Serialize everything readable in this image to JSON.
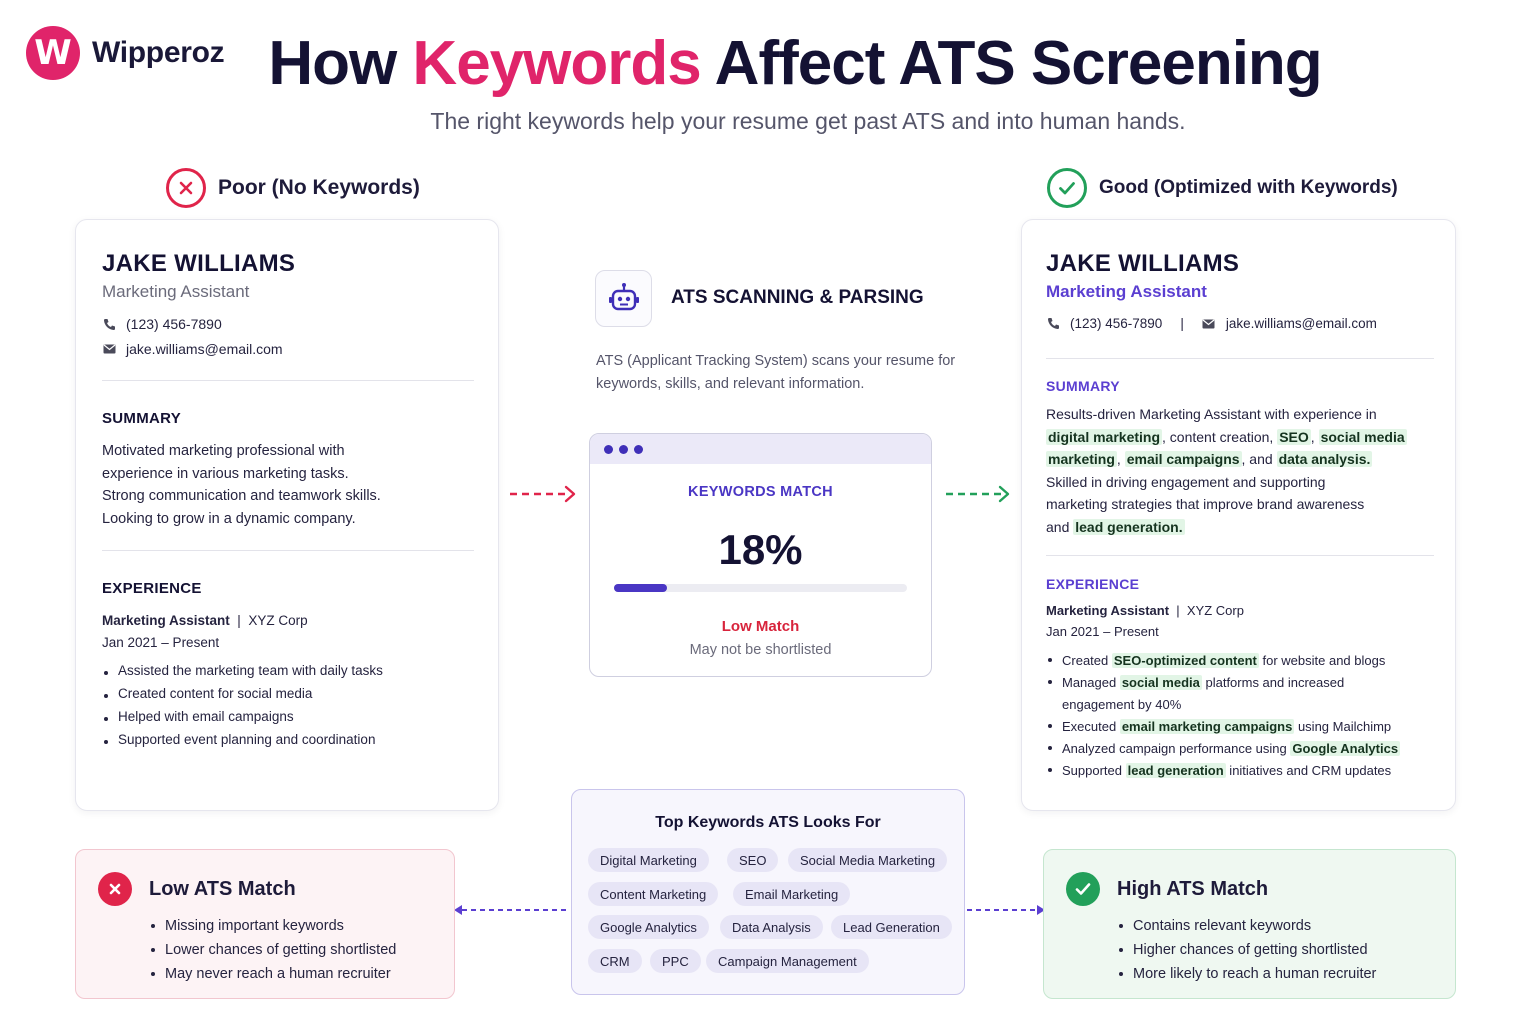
{
  "brand": {
    "logo_letter": "W",
    "name": "Wipperoz"
  },
  "header": {
    "title_pre": "How ",
    "title_accent": "Keywords",
    "title_post": " Affect ATS Screening",
    "subtitle": "The right keywords help your resume get past ATS and into human hands."
  },
  "poor": {
    "heading": "Poor (No Keywords)",
    "name": "JAKE WILLIAMS",
    "role": "Marketing Assistant",
    "phone": "(123) 456-7890",
    "email": "jake.williams@email.com",
    "summary_label": "SUMMARY",
    "summary": [
      "Motivated marketing professional with",
      "experience in various marketing tasks.",
      "Strong communication and teamwork skills.",
      "Looking to grow in a dynamic company."
    ],
    "experience_label": "EXPERIENCE",
    "job_title": "Marketing Assistant",
    "company": "XYZ Corp",
    "dates": "Jan 2021 – Present",
    "bullets": [
      "Assisted the marketing team with daily tasks",
      "Created content for social media",
      "Helped with email campaigns",
      "Supported event planning and coordination"
    ]
  },
  "good": {
    "heading": "Good (Optimized with Keywords)",
    "name": "JAKE WILLIAMS",
    "role": "Marketing Assistant",
    "phone": "(123) 456-7890",
    "separator": "|",
    "email": "jake.williams@email.com",
    "summary_label": "SUMMARY",
    "summary": {
      "l1": "Results-driven Marketing Assistant with experience in",
      "k1": "digital marketing",
      "t2": ", content creation, ",
      "k2": "SEO",
      "t3": ", ",
      "k3": "social media",
      "k3b": "marketing",
      "t4": ", ",
      "k4": "email campaigns",
      "t5": ", and ",
      "k5": "data analysis.",
      "l4": "Skilled in driving engagement and supporting",
      "l5": "marketing strategies that improve brand awareness",
      "t6": "and ",
      "k6": "lead generation."
    },
    "experience_label": "EXPERIENCE",
    "job_title": "Marketing Assistant",
    "company": "XYZ Corp",
    "dates": "Jan 2021 – Present",
    "bullets": {
      "b1a": "Created ",
      "b1k": "SEO-optimized content",
      "b1b": " for website and blogs",
      "b2a": "Managed ",
      "b2k": "social media",
      "b2b": " platforms and increased",
      "b2c": "engagement by 40%",
      "b3a": "Executed ",
      "b3k": "email marketing campaigns",
      "b3b": " using Mailchimp",
      "b4a": "Analyzed campaign performance using ",
      "b4k": "Google Analytics",
      "b5a": "Supported ",
      "b5k": "lead generation",
      "b5b": " initiatives and CRM updates"
    }
  },
  "scan": {
    "title": "ATS SCANNING & PARSING",
    "description": "ATS (Applicant Tracking System) scans your resume for keywords, skills, and relevant information.",
    "match_label": "KEYWORDS MATCH",
    "match_value": "18%",
    "match_fraction": 0.18,
    "status": "Low Match",
    "note": "May not be shortlisted"
  },
  "keywords": {
    "title": "Top Keywords ATS Looks For",
    "chips": [
      "Digital Marketing",
      "SEO",
      "Social Media Marketing",
      "Content Marketing",
      "Email Marketing",
      "Google Analytics",
      "Data Analysis",
      "Lead Generation",
      "CRM",
      "PPC",
      "Campaign Management"
    ]
  },
  "low_result": {
    "title": "Low ATS Match",
    "items": [
      "Missing important keywords",
      "Lower chances of getting shortlisted",
      "May never reach a human recruiter"
    ]
  },
  "high_result": {
    "title": "High ATS Match",
    "items": [
      "Contains relevant keywords",
      "Higher chances of getting shortlisted",
      "More likely to reach a human recruiter"
    ]
  },
  "colors": {
    "accent_pink": "#e0246a",
    "bad_red": "#e0244a",
    "good_green": "#22a05a",
    "purple": "#4a36c4"
  }
}
